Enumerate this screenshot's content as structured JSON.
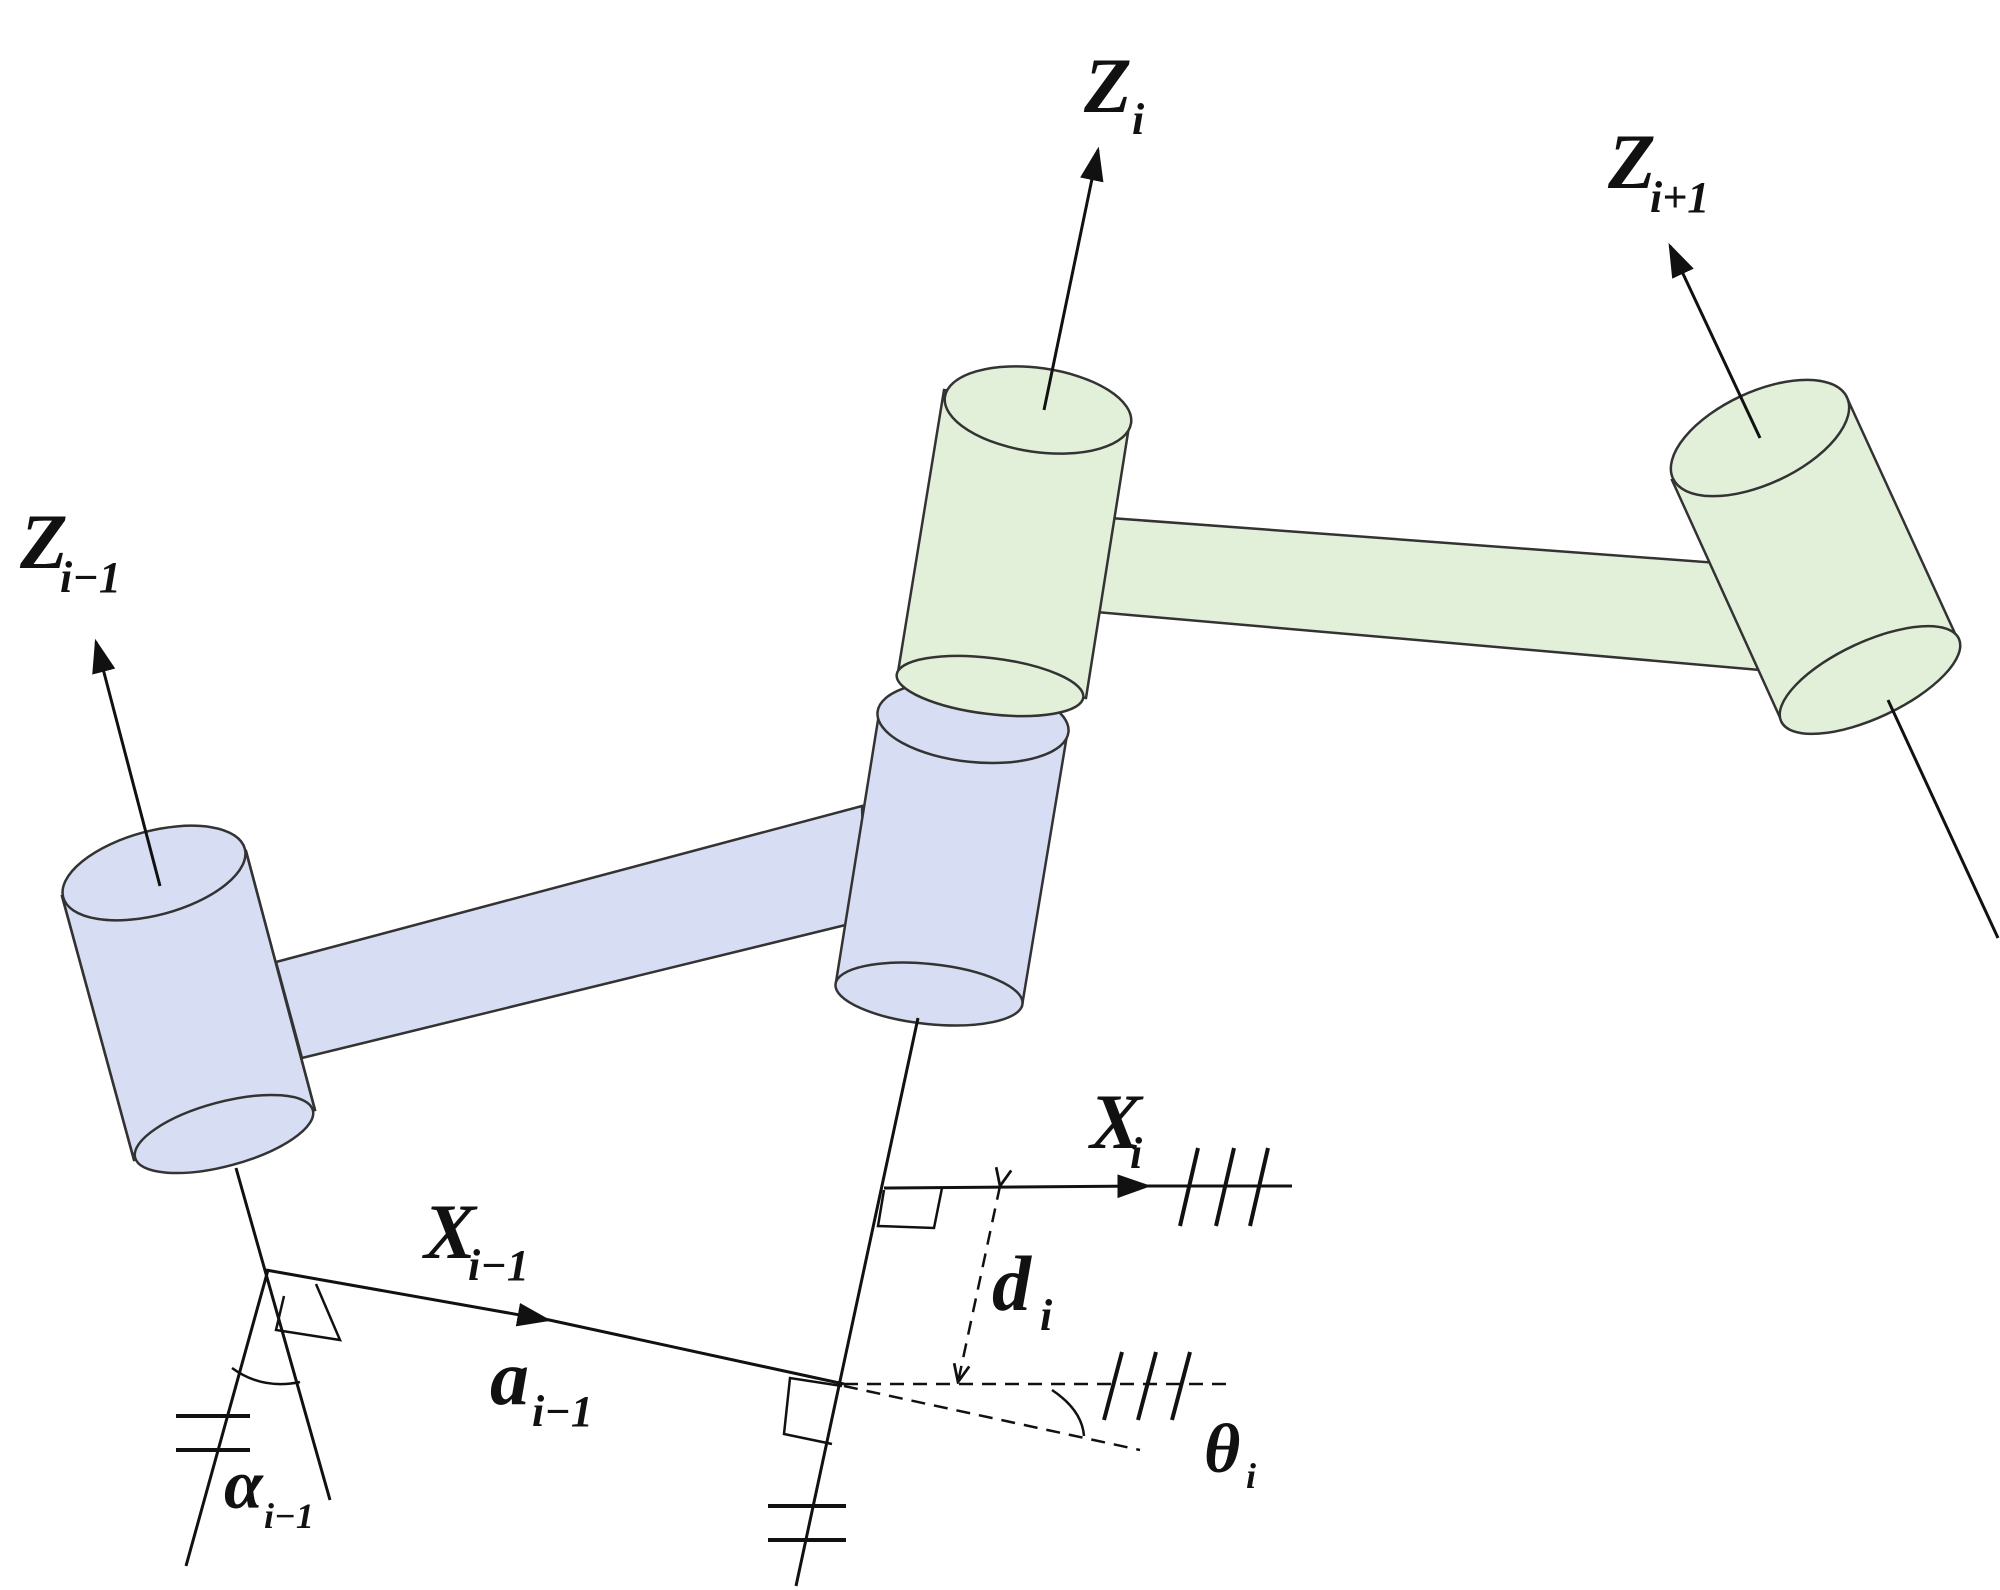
{
  "labels": {
    "z_im1": {
      "base": "Z",
      "sub": "i−1"
    },
    "z_i": {
      "base": "Z",
      "sub": "i"
    },
    "z_ip1": {
      "base": "Z",
      "sub": "i+1"
    },
    "x_im1": {
      "base": "X",
      "sub": "i−1"
    },
    "x_i": {
      "base": "X",
      "sub": "i"
    },
    "a_im1": {
      "base": "a",
      "sub": "i−1"
    },
    "d_i": {
      "base": "d",
      "sub": "i"
    },
    "theta_i": {
      "base": "θ",
      "sub": "i"
    },
    "alpha_im1": {
      "base": "α",
      "sub": "i−1"
    }
  },
  "colors": {
    "link_blue": "#d7def4",
    "link_green": "#e2f0da",
    "line": "#111111"
  }
}
